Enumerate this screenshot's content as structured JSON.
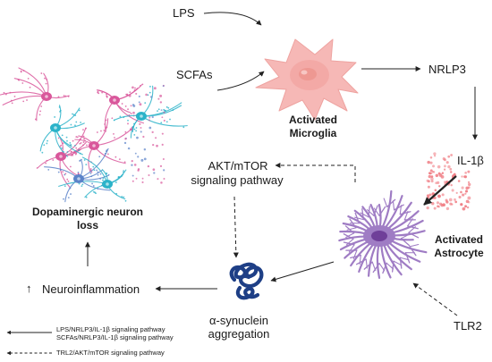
{
  "nodes": {
    "lps": "LPS",
    "scfas": "SCFAs",
    "nrlp3": "NRLP3",
    "il1b": "IL-1β",
    "tlr2": "TLR2",
    "akt_mtor_line1": "AKT/mTOR",
    "akt_mtor_line2": "signaling pathway",
    "activated_microglia_line1": "Activated",
    "activated_microglia_line2": "Microglia",
    "activated_astrocyte_line1": "Activated",
    "activated_astrocyte_line2": "Astrocyte",
    "dopaminergic_line1": "Dopaminergic neuron",
    "dopaminergic_line2": "loss",
    "neuroinflammation_arrow": "↑",
    "neuroinflammation": "Neuroinflammation",
    "asyn_line1": "α-synuclein",
    "asyn_line2": "aggregation"
  },
  "legend": {
    "solid_line1": "LPS/NRLP3/IL-1β signaling pathway",
    "solid_line2": "SCFAs/NRLP3/IL-1β  signaling pathway",
    "dashed": "TRL2/AKT/mTOR signaling pathway"
  },
  "colors": {
    "microglia": "#f6b8b6",
    "microglia_nucleus": "#ee9892",
    "astrocyte": "#9f7cc4",
    "astrocyte_core": "#6f3f99",
    "il1b_dots": "#f07f86",
    "neuron_pink": "#d9579b",
    "neuron_cyan": "#2bb3c9",
    "neuron_blue": "#5b83c9",
    "synuclein": "#1e3f86",
    "arrow": "#222222"
  }
}
